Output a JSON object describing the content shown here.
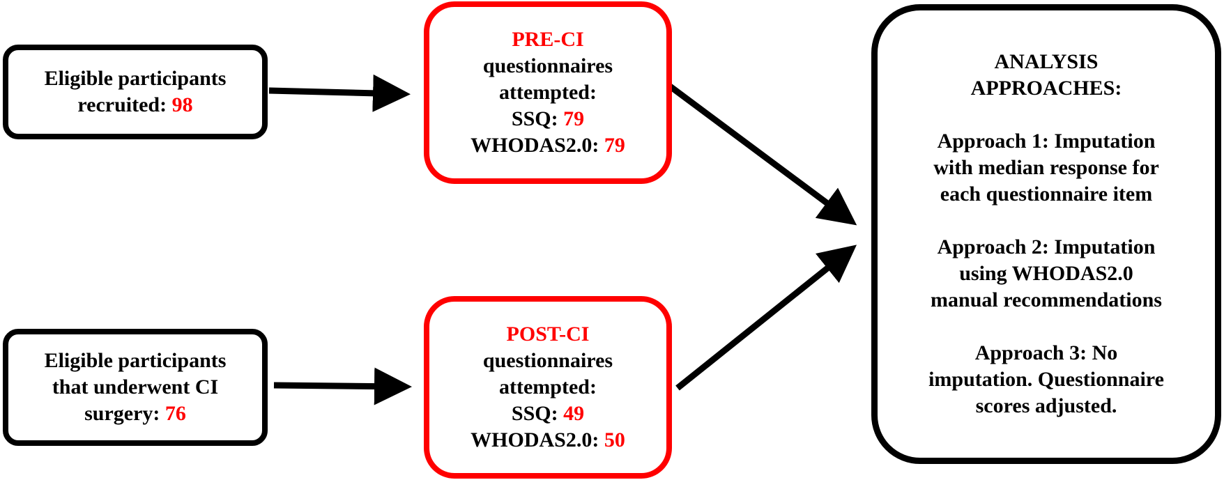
{
  "boxes": {
    "recruited": {
      "text": "Eligible participants recruited: ",
      "line1": "Eligible participants",
      "line2": "recruited: ",
      "value": "98"
    },
    "surgery": {
      "line1": "Eligible participants",
      "line2": "that underwent CI",
      "line3": "surgery: ",
      "value": "76"
    },
    "pre": {
      "title": "PRE-CI",
      "line1": "questionnaires",
      "line2": "attempted:",
      "ssq_label": "SSQ: ",
      "ssq_value": "79",
      "whodas_label": "WHODAS2.0: ",
      "whodas_value": "79"
    },
    "post": {
      "title": "POST-CI",
      "line1": "questionnaires",
      "line2": "attempted:",
      "ssq_label": "SSQ: ",
      "ssq_value": "49",
      "whodas_label": "WHODAS2.0: ",
      "whodas_value": "50"
    },
    "analysis": {
      "title1": "ANALYSIS",
      "title2": "APPROACHES:",
      "a1": [
        "Approach 1: Imputation",
        "with median response for",
        "each questionnaire item"
      ],
      "a2": [
        "Approach 2: Imputation",
        "using WHODAS2.0",
        "manual recommendations"
      ],
      "a3": [
        "Approach 3: No",
        "imputation. Questionnaire",
        "scores adjusted."
      ]
    }
  },
  "colors": {
    "accent": "#ff0000",
    "stroke": "#000000"
  }
}
